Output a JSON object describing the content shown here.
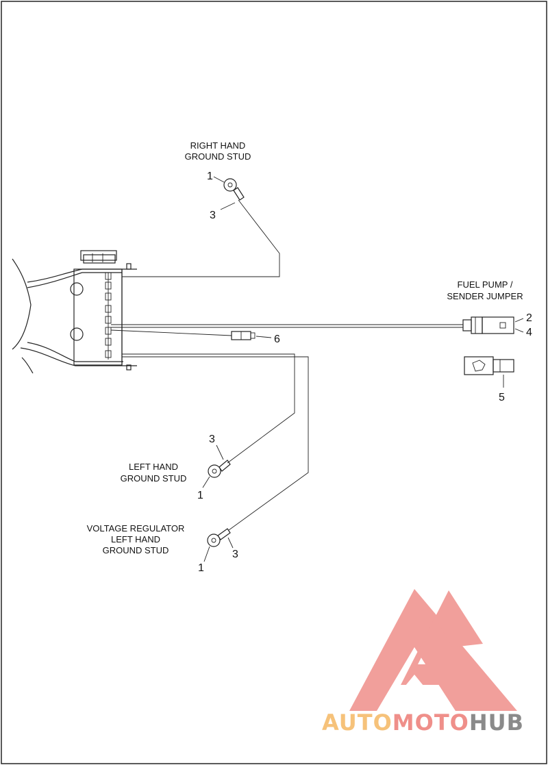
{
  "labels": {
    "right_hand_line1": "RIGHT HAND",
    "right_hand_line2": "GROUND STUD",
    "fuel_pump_line1": "FUEL PUMP /",
    "fuel_pump_line2": "SENDER JUMPER",
    "left_hand_line1": "LEFT HAND",
    "left_hand_line2": "GROUND STUD",
    "vr_line1": "VOLTAGE REGULATOR",
    "vr_line2": "LEFT HAND",
    "vr_line3": "GROUND STUD"
  },
  "callouts": {
    "rh_ring": "1",
    "rh_terminal": "3",
    "fp_connector": "2",
    "fp_connector_b": "4",
    "fp_socket": "5",
    "splice": "6",
    "lh_terminal": "3",
    "lh_ring": "1",
    "vr_ring": "1",
    "vr_terminal": "3"
  },
  "watermark": {
    "part1": "AUTO",
    "part2": "MOTO",
    "part3": "HUB",
    "color1": "#f6c27a",
    "color2": "#ef8f8a",
    "color3": "#8a8a8a",
    "logo_color": "#ef8f8a"
  }
}
